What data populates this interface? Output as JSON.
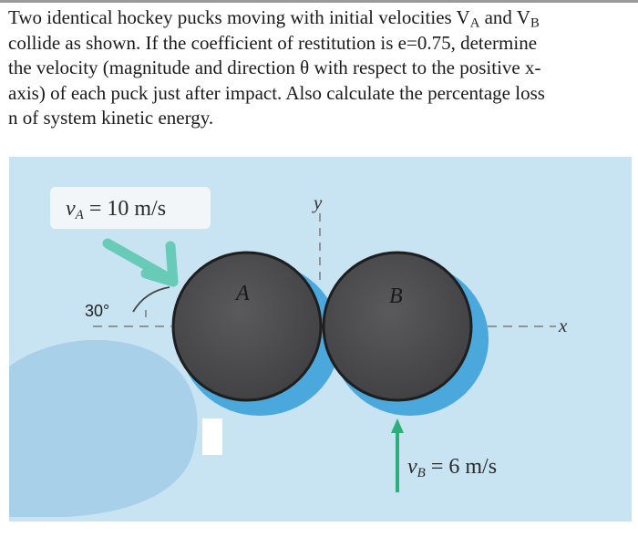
{
  "problem": {
    "line1_pre": "Two identical hockey pucks moving with initial velocities V",
    "line1_sub_a": "A",
    "line1_mid": " and V",
    "line1_sub_b": "B",
    "line2": "collide as shown. If the coefficient of restitution is e=0.75, determine",
    "line3": "the velocity (magnitude and direction θ with respect to the positive x-",
    "line4": "axis) of each puck just after impact. Also calculate the percentage loss",
    "line5": "n of system kinetic energy."
  },
  "figure": {
    "va_label_pre": "v",
    "va_label_sub": "A",
    "va_label_post": " = 10 m/s",
    "vb_label_pre": "v",
    "vb_label_sub": "B",
    "vb_label_post": " = 6 m/s",
    "angle_label": "30°",
    "puck_a_label": "A",
    "puck_b_label": "B",
    "y_axis_label": "y",
    "x_axis_label": "x",
    "colors": {
      "background": "#c8e3f2",
      "shadow": "#4aa8dc",
      "puck": "#4d4d4f",
      "puck_rim": "#1e1e1f",
      "arrow_a": "#67cbb8",
      "arrow_b": "#2eae7a"
    }
  }
}
